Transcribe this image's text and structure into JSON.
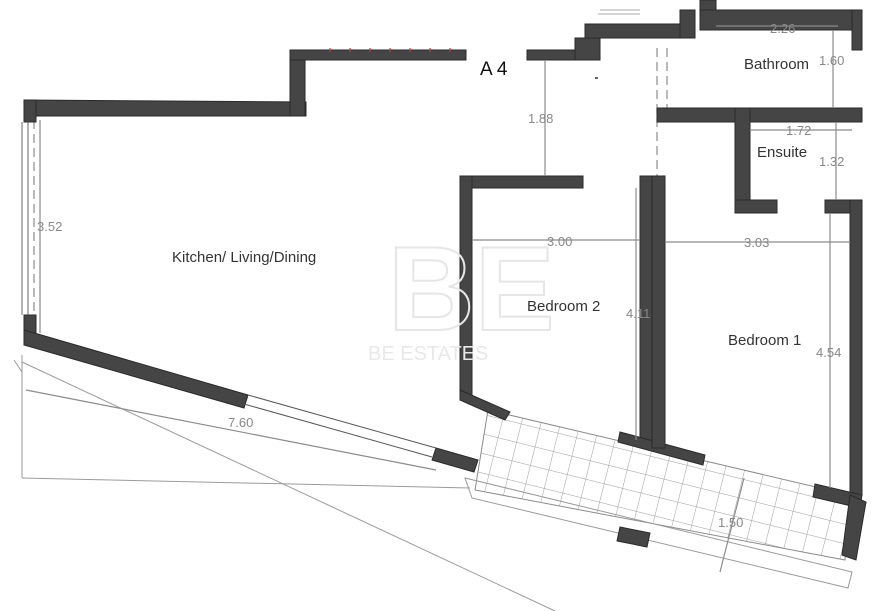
{
  "unit_label": "A 4",
  "rooms": {
    "kitchen": "Kitchen/ Living/Dining",
    "bedroom2": "Bedroom 2",
    "bedroom1": "Bedroom 1",
    "bathroom": "Bathroom",
    "ensuite": "Ensuite"
  },
  "dimensions": {
    "bathroom_width": "2.26",
    "bathroom_depth": "1.60",
    "ensuite_width": "1.72",
    "ensuite_depth": "1.32",
    "hall_depth": "1.88",
    "kitchen_depth": "3.52",
    "bedroom2_width": "3.00",
    "bedroom2_depth": "4.11",
    "bedroom1_width": "3.03",
    "bedroom1_depth": "4.54",
    "kitchen_width": "7.60",
    "terrace_depth": "1.50"
  },
  "watermark": {
    "logo": "BE",
    "text": "BE ESTATES"
  },
  "colors": {
    "wall": "#454545",
    "dimension": "#8c8c8c",
    "text": "#333333"
  }
}
